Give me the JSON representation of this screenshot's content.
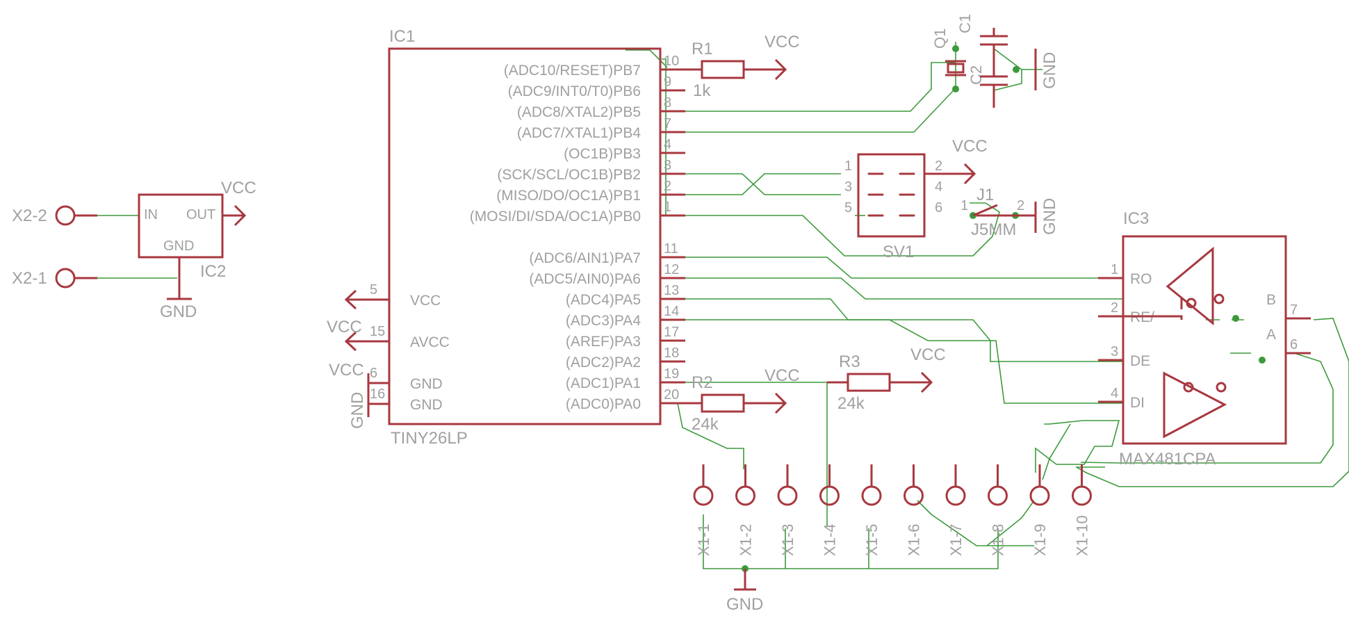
{
  "ic1": {
    "name": "IC1",
    "part": "TINY26LP",
    "pins_right": [
      {
        "num": "10",
        "label": "(ADC10/RESET)PB7"
      },
      {
        "num": "9",
        "label": "(ADC9/INT0/T0)PB6"
      },
      {
        "num": "8",
        "label": "(ADC8/XTAL2)PB5"
      },
      {
        "num": "7",
        "label": "(ADC7/XTAL1)PB4"
      },
      {
        "num": "4",
        "label": "(OC1B)PB3"
      },
      {
        "num": "3",
        "label": "(SCK/SCL/OC1B)PB2"
      },
      {
        "num": "2",
        "label": "(MISO/DO/OC1A)PB1"
      },
      {
        "num": "1",
        "label": "(MOSI/DI/SDA/OC1A)PB0"
      },
      {
        "num": "11",
        "label": "(ADC6/AIN1)PA7"
      },
      {
        "num": "12",
        "label": "(ADC5/AIN0)PA6"
      },
      {
        "num": "13",
        "label": "(ADC4)PA5"
      },
      {
        "num": "14",
        "label": "(ADC3)PA4"
      },
      {
        "num": "17",
        "label": "(AREF)PA3"
      },
      {
        "num": "18",
        "label": "(ADC2)PA2"
      },
      {
        "num": "19",
        "label": "(ADC1)PA1"
      },
      {
        "num": "20",
        "label": "(ADC0)PA0"
      }
    ],
    "pins_left": [
      {
        "num": "5",
        "label": "VCC"
      },
      {
        "num": "15",
        "label": "AVCC"
      },
      {
        "num": "6",
        "label": "GND"
      },
      {
        "num": "16",
        "label": "GND"
      }
    ]
  },
  "ic2": {
    "name": "IC2",
    "in": "IN",
    "out": "OUT",
    "gnd": "GND"
  },
  "ic3": {
    "name": "IC3",
    "part": "MAX481CPA",
    "pins": [
      {
        "num": "1",
        "label": "RO"
      },
      {
        "num": "2",
        "label": "RE/"
      },
      {
        "num": "3",
        "label": "DE"
      },
      {
        "num": "4",
        "label": "DI"
      },
      {
        "num": "7",
        "label": "B"
      },
      {
        "num": "6",
        "label": "A"
      }
    ]
  },
  "resistors": [
    {
      "name": "R1",
      "value": "1k"
    },
    {
      "name": "R2",
      "value": "24k"
    },
    {
      "name": "R3",
      "value": "24k"
    }
  ],
  "crystal": {
    "q": "Q1",
    "c1": "C1",
    "c2": "C2"
  },
  "sv1": {
    "name": "SV1",
    "pins": [
      "1",
      "2",
      "3",
      "4",
      "5",
      "6"
    ]
  },
  "j1": {
    "name": "J1",
    "part": "J5MM",
    "pin1": "1",
    "pin2": "2"
  },
  "x2": [
    "X2-2",
    "X2-1"
  ],
  "x1": [
    "X1-1",
    "X1-2",
    "X1-3",
    "X1-4",
    "X1-5",
    "X1-6",
    "X1-7",
    "X1-8",
    "X1-9",
    "X1-10"
  ],
  "supply": {
    "vcc": "VCC",
    "gnd": "GND"
  },
  "colors": {
    "symbol": "#a8383f",
    "wire": "#3c9a3c",
    "text": "#a0a0a0",
    "background": "#ffffff"
  }
}
